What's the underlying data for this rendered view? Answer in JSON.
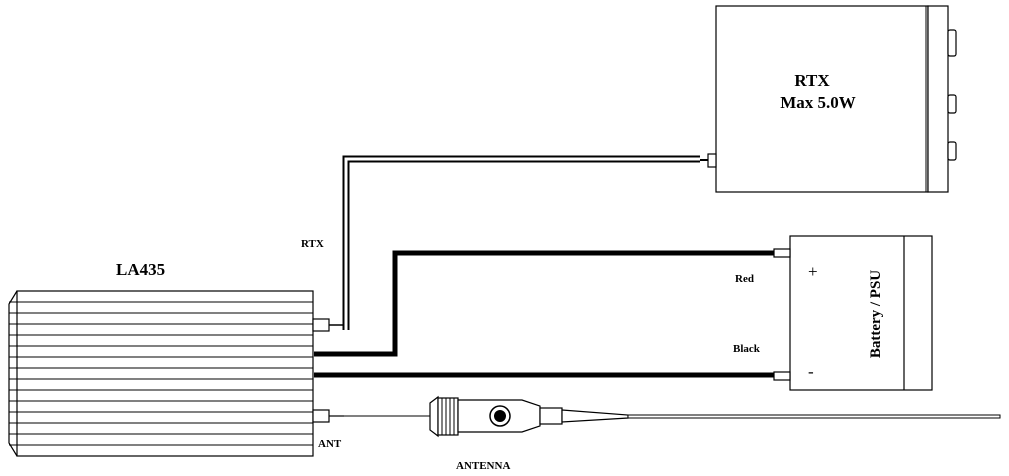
{
  "rtx": {
    "name": "RTX",
    "power": "Max 5.0W",
    "cable_label": "RTX"
  },
  "amplifier": {
    "name": "LA435"
  },
  "psu": {
    "name": "Battery / PSU",
    "plus": "+",
    "minus": "-",
    "red_label": "Red",
    "black_label": "Black"
  },
  "antenna": {
    "port_label": "ANT",
    "name": "ANTENNA"
  }
}
